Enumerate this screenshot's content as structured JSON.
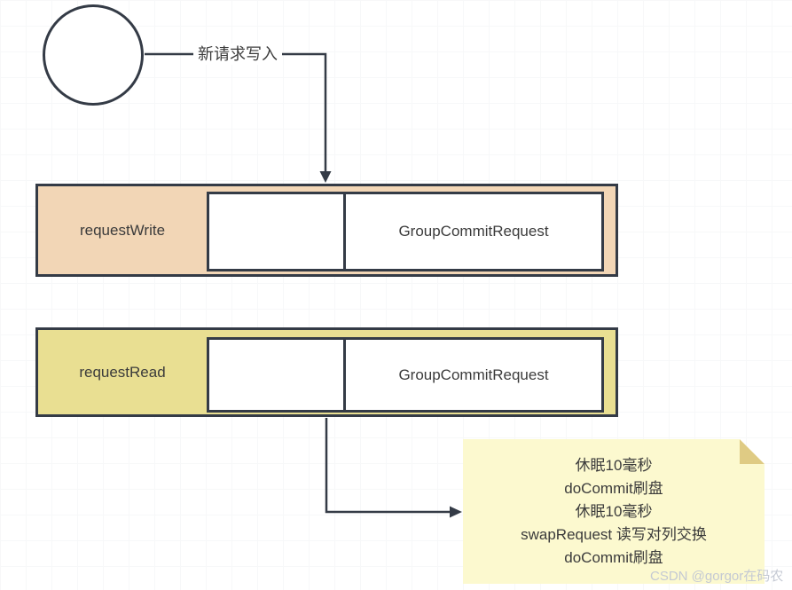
{
  "colors": {
    "canvas_bg": "#ffffff",
    "stroke": "#343b46",
    "text": "#3b3b3b",
    "request_write_fill": "#f2d6b6",
    "request_read_fill": "#e9df92",
    "note_fill": "#fcf9cf",
    "note_fold": "#dfcb84",
    "watermark": "#c4c9d3"
  },
  "edge_new_request": {
    "label": "新请求写入"
  },
  "queues": [
    {
      "label": "requestWrite",
      "slots": [
        "",
        "GroupCommitRequest"
      ]
    },
    {
      "label": "requestRead",
      "slots": [
        "",
        "GroupCommitRequest"
      ]
    }
  ],
  "note": {
    "lines": [
      "休眠10毫秒",
      "doCommit刷盘",
      "休眠10毫秒",
      "swapRequest 读写对列交换",
      "doCommit刷盘"
    ]
  },
  "watermark": "CSDN @gorgor在码农"
}
